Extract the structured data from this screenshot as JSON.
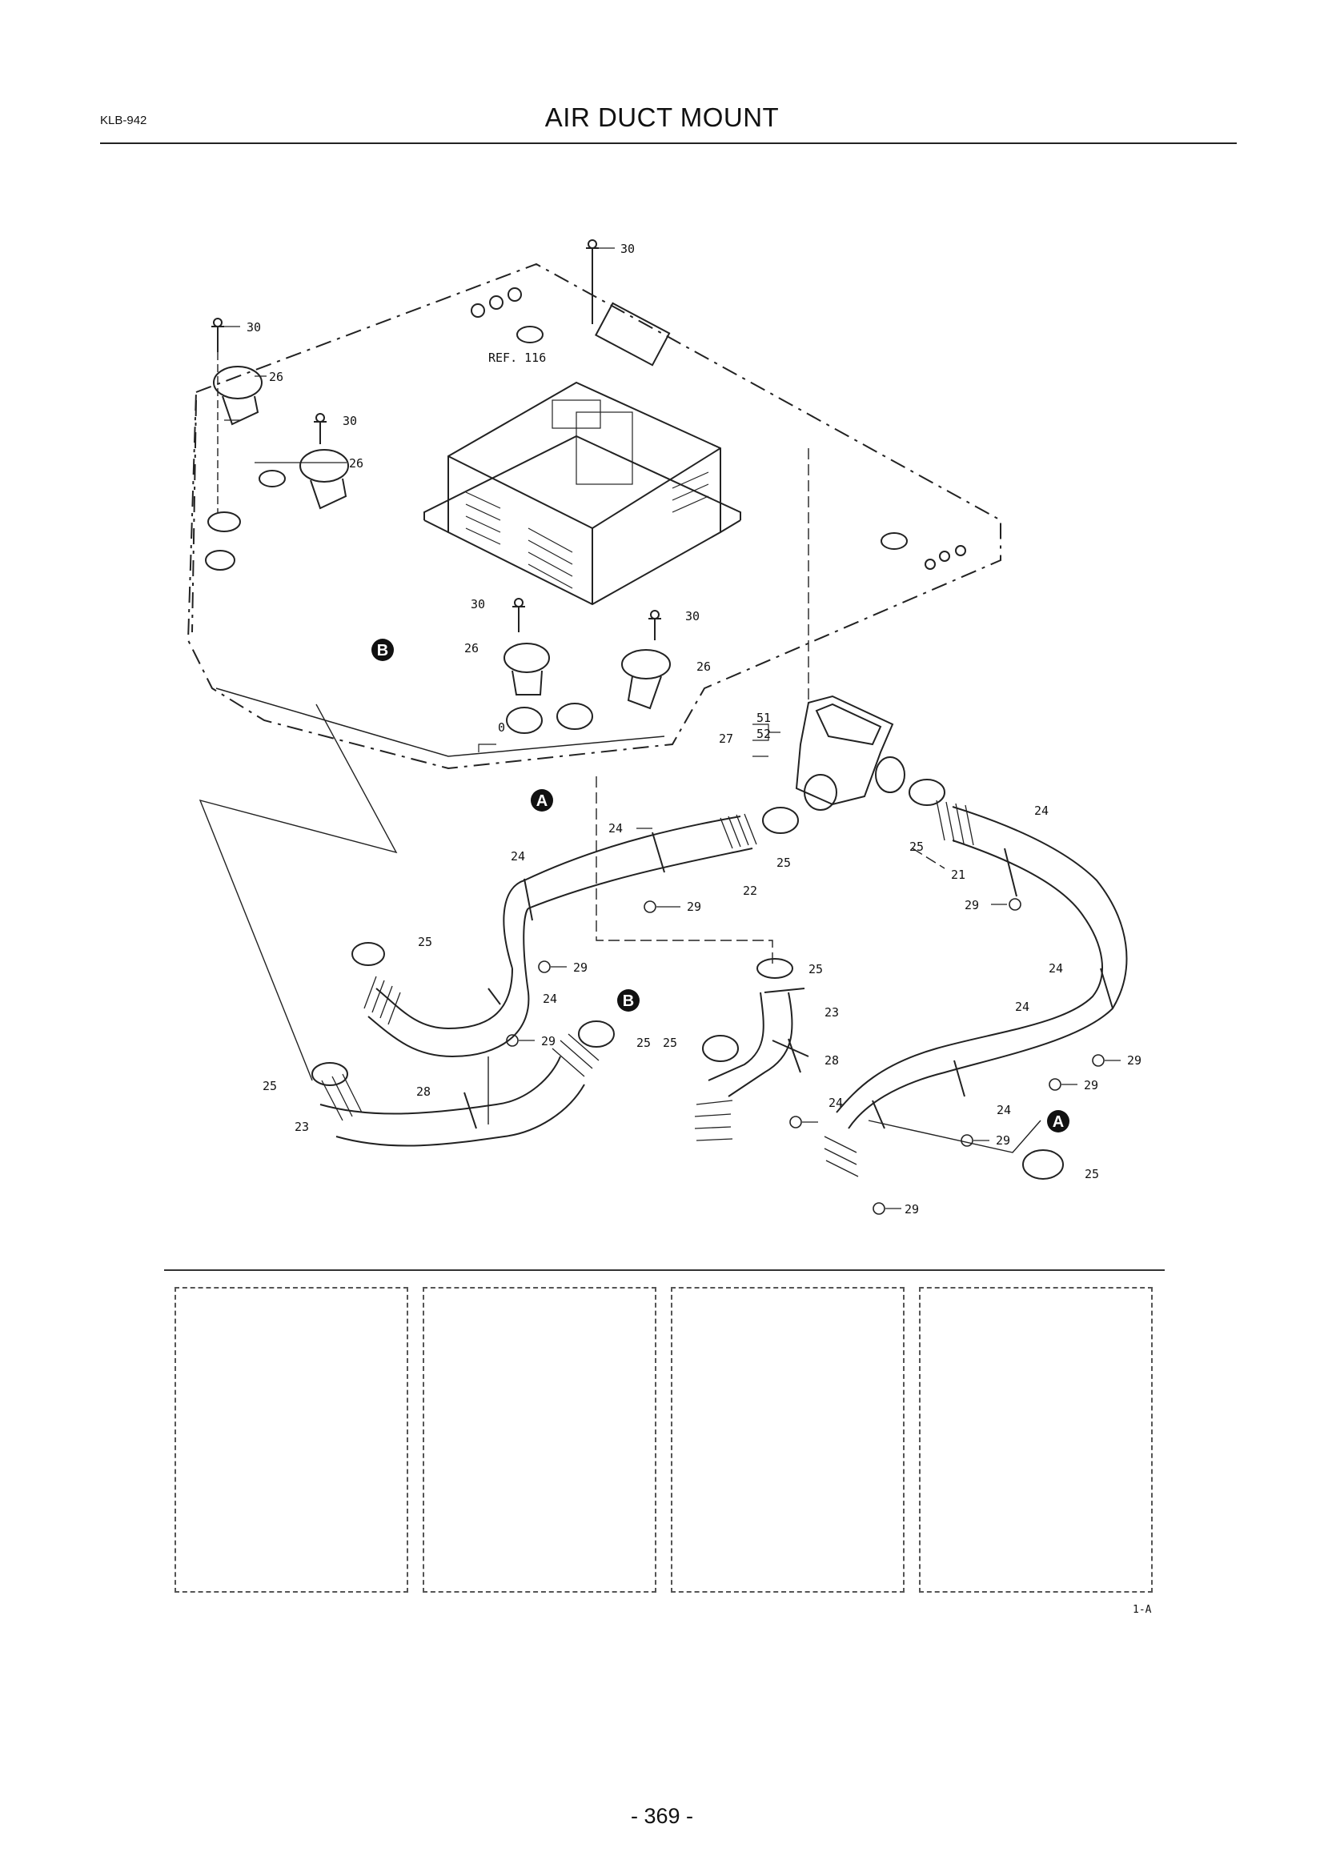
{
  "header": {
    "doc_code": "KLB-942",
    "title": "AIR DUCT MOUNT"
  },
  "diagram": {
    "callouts": {
      "c30a": "30",
      "c30b": "30",
      "c30c": "30",
      "c30d": "30",
      "c30e": "30",
      "c26a": "26",
      "c26b": "26",
      "c26c": "26",
      "c26d": "26",
      "ref116": "REF. 116",
      "c0": "0",
      "c51": "51",
      "c52": "52",
      "c27": "27",
      "c24a": "24",
      "c24b": "24",
      "c24c": "24",
      "c24d": "24",
      "c24e": "24",
      "c24f": "24",
      "c24g": "24",
      "c24h": "24",
      "c25a": "25",
      "c25b": "25",
      "c25c": "25",
      "c25d": "25",
      "c25e": "25",
      "c25f": "25",
      "c25g": "25",
      "c25h": "25",
      "c22": "22",
      "c21": "21",
      "c29a": "29",
      "c29b": "29",
      "c29c": "29",
      "c29d": "29",
      "c29e": "29",
      "c29f": "29",
      "c29g": "29",
      "c29h": "29",
      "c23a": "23",
      "c23b": "23",
      "c28a": "28",
      "c28b": "28"
    },
    "badges": {
      "a1": "A",
      "a2": "A",
      "b1": "B",
      "b2": "B"
    }
  },
  "footer": {
    "sheet_ref": "1-A",
    "page_number": "- 369 -"
  }
}
